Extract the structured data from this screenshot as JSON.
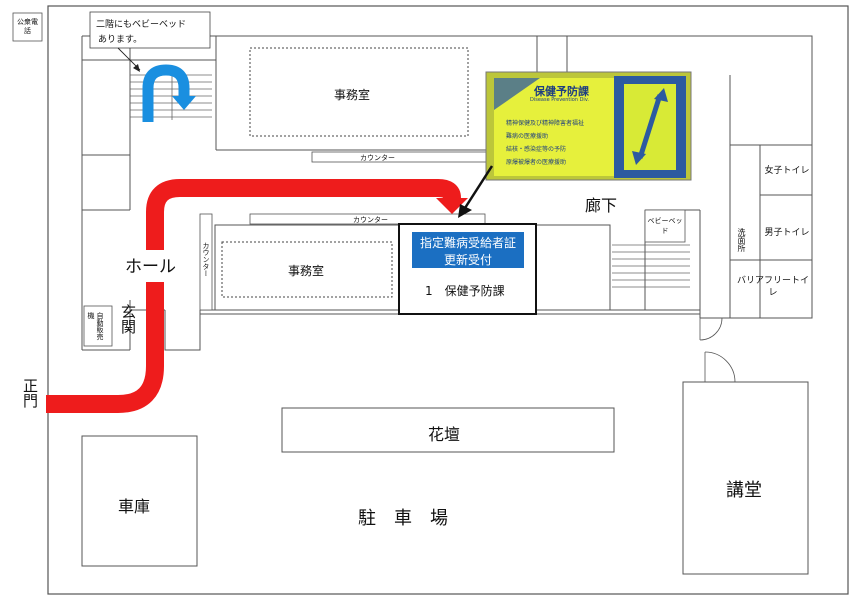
{
  "labels": {
    "public_phone": "公衆電話",
    "note_line1": "二階にもベビーベッド",
    "note_line2": "あります。",
    "office_top": "事務室",
    "office_bottom": "事務室",
    "counter_top": "カウンター",
    "counter_mid": "カウンター",
    "counter_vertical": "カウンター",
    "corridor": "廊下",
    "hall": "ホール",
    "entrance": "玄関",
    "vending": "自動販売機",
    "main_gate": "正門",
    "baby_bed": "ベビーベッド",
    "washroom": "洗面所",
    "womens_toilet": "女子トイレ",
    "mens_toilet": "男子トイレ",
    "barrier_free_toilet": "バリアフリートイレ",
    "flowerbed": "花壇",
    "garage": "車庫",
    "parking": "駐　車　場",
    "auditorium": "講堂"
  },
  "highlight": {
    "title_line1": "指定難病受給者証",
    "title_line2": "更新受付",
    "desk": "1　保健予防課",
    "title_color": "#1b6fc2"
  },
  "sign_photo": {
    "heading": "保健予防課",
    "subheading": "Disease Prevention Div.",
    "items": [
      "精神保健及び精神障害者福祉",
      "難病の医療援助",
      "結核・感染症等の予防",
      "原爆被爆者の医療援助"
    ],
    "background_color": "#e6f03c",
    "accent_color": "#2c5aa0"
  },
  "colors": {
    "route_arrow": "#ee1c1c",
    "stair_arrow": "#1a8fe0"
  }
}
